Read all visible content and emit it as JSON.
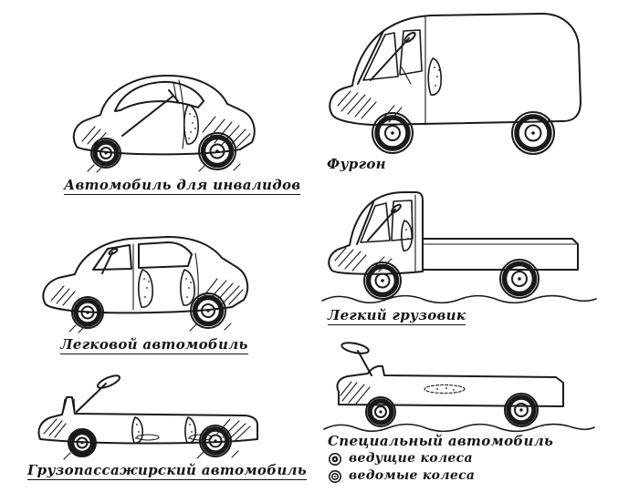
{
  "figures": {
    "invalid_car": {
      "caption": "Автомобиль для инвалидов"
    },
    "passenger_car": {
      "caption": "Легковой автомобиль"
    },
    "cargo_passenger_car": {
      "caption": "Грузопассажирский автомобиль"
    },
    "van": {
      "caption": "Фургон"
    },
    "light_truck": {
      "caption": "Легкий грузовик"
    },
    "special_car": {
      "caption": "Специальный автомобиль"
    }
  },
  "legend": {
    "driving": {
      "label": "ведущие колеса"
    },
    "driven": {
      "label": "ведомые колеса"
    }
  },
  "colors": {
    "ink": "#1a1a1a",
    "paper": "#ffffff"
  }
}
